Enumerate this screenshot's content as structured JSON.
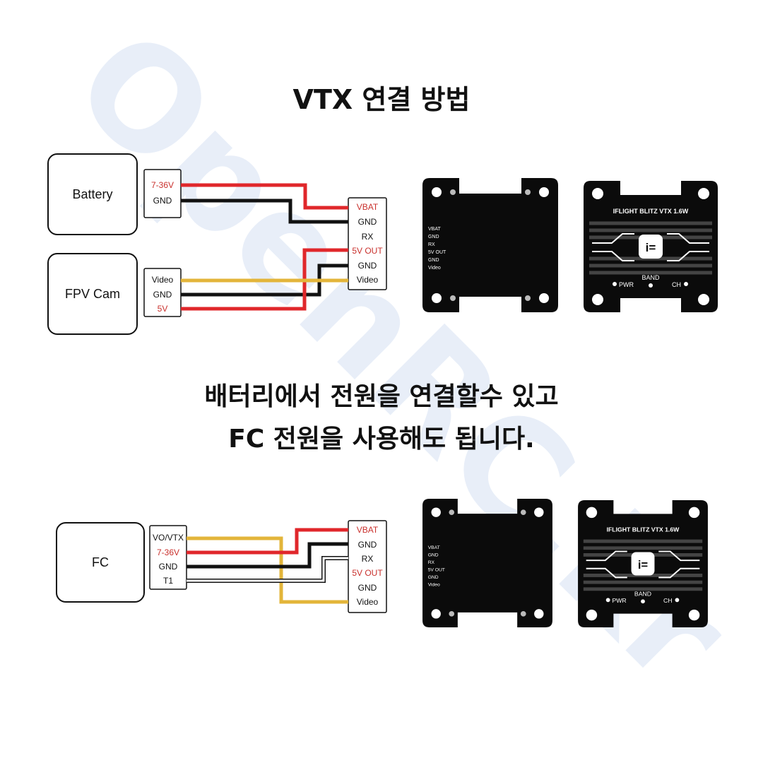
{
  "watermark": "OpenRC.kr",
  "title": "VTX 연결 방법",
  "subtitle": {
    "line1": "배터리에서 전원을 연결할수 있고",
    "line2": "FC 전원을 사용해도 됩니다."
  },
  "colors": {
    "wire_red": "#e0272b",
    "wire_black": "#111111",
    "wire_yellow": "#e3b53a",
    "label_red": "#c9302c",
    "watermark": "#e7eef8"
  },
  "diagram1": {
    "devices": {
      "battery": "Battery",
      "fpv_cam": "FPV Cam"
    },
    "battery_pins": [
      "7-36V",
      "GND"
    ],
    "cam_pins": [
      "Video",
      "GND",
      "5V"
    ],
    "vtx_pins": [
      "VBAT",
      "GND",
      "RX",
      "5V OUT",
      "GND",
      "Video"
    ]
  },
  "diagram2": {
    "devices": {
      "fc": "FC"
    },
    "fc_pins": [
      "VO/VTX",
      "7-36V",
      "GND",
      "T1"
    ],
    "vtx_pins": [
      "VBAT",
      "GND",
      "RX",
      "5V OUT",
      "GND",
      "Video"
    ]
  },
  "vtx_board": {
    "back_silk": [
      "VBAT",
      "GND",
      "RX",
      "5V OUT",
      "GND",
      "Video"
    ],
    "front_title": "IFLIGHT BLITZ VTX 1.6W",
    "logo": "i=",
    "band_label": "BAND",
    "pwr_label": "PWR",
    "ch_label": "CH"
  }
}
